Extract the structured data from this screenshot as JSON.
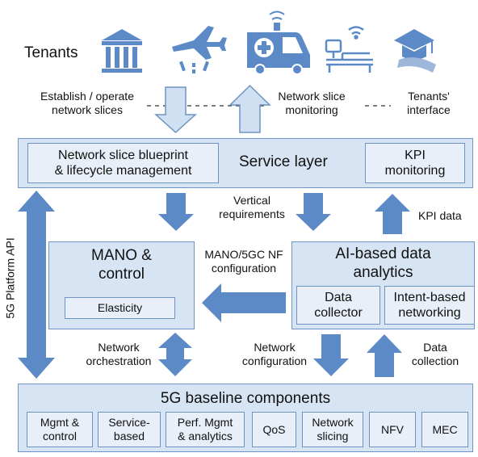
{
  "tenants_label": "Tenants",
  "top": {
    "establish": [
      "Establish / operate",
      "network slices"
    ],
    "slice_monitoring": [
      "Network slice",
      "monitoring"
    ],
    "tenants_interface": [
      "Tenants'",
      "interface"
    ]
  },
  "service_layer": {
    "title": "Service layer",
    "blueprint": [
      "Network slice blueprint",
      "& lifecycle management"
    ],
    "kpi_monitoring": [
      "KPI",
      "monitoring"
    ]
  },
  "labels": {
    "vertical_requirements": [
      "Vertical",
      "requirements"
    ],
    "kpi_data": "KPI data",
    "mano_config": [
      "MANO/5GC NF",
      "configuration"
    ],
    "network_orchestration": [
      "Network",
      "orchestration"
    ],
    "network_configuration": [
      "Network",
      "configuration"
    ],
    "data_collection": [
      "Data",
      "collection"
    ],
    "platform_api": "5G Platform API"
  },
  "mano": {
    "title": [
      "MANO &",
      "control"
    ],
    "elasticity": "Elasticity"
  },
  "ai": {
    "title": [
      "AI-based data",
      "analytics"
    ],
    "data_collector": [
      "Data",
      "collector"
    ],
    "intent_networking": [
      "Intent-based",
      "networking"
    ]
  },
  "baseline": {
    "title": "5G baseline components",
    "components": [
      [
        "Mgmt &",
        "control"
      ],
      [
        "Service-",
        "based"
      ],
      [
        "Perf. Mgmt",
        "& analytics"
      ],
      [
        "QoS"
      ],
      [
        "Network",
        "slicing"
      ],
      [
        "NFV"
      ],
      [
        "MEC"
      ]
    ]
  },
  "colors": {
    "accent": "#5b8ac7",
    "panel": "#d7e4f3",
    "inner": "#e8eff8",
    "border": "#6f93c2",
    "arrow_light": "#cfe0f2"
  }
}
